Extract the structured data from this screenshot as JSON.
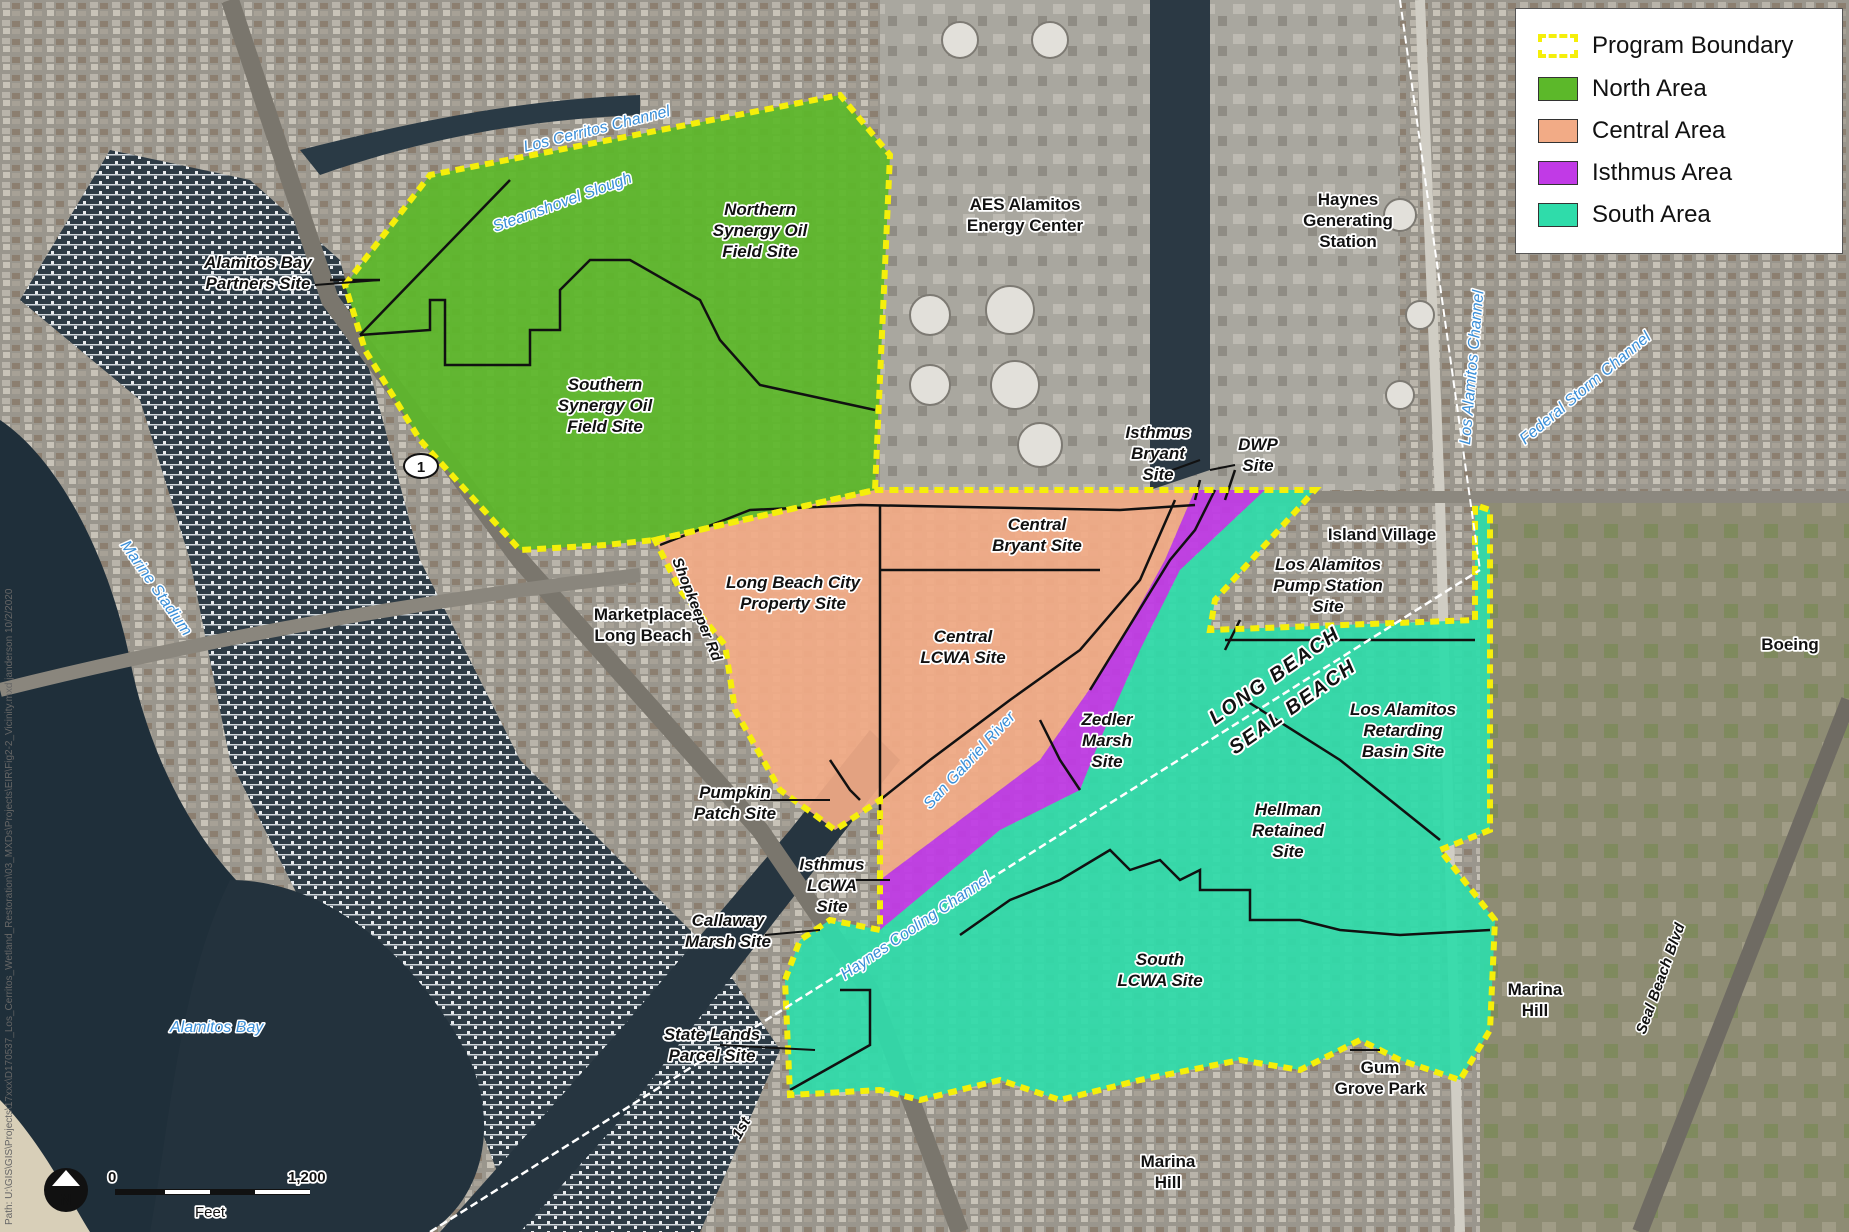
{
  "colors": {
    "boundary": "#f5ef0a",
    "north": "#5cb82a",
    "central": "#f2ab86",
    "isthmus": "#c13ae6",
    "south": "#2fdcaa"
  },
  "legend": {
    "items": [
      {
        "label": "Program Boundary",
        "color": "#f5ef0a"
      },
      {
        "label": "North Area",
        "color": "#5cb82a"
      },
      {
        "label": "Central Area",
        "color": "#f2ab86"
      },
      {
        "label": "Isthmus Area",
        "color": "#c13ae6"
      },
      {
        "label": "South Area",
        "color": "#2fdcaa"
      }
    ]
  },
  "sites": {
    "alamitos_bay_partners": [
      "Alamitos Bay",
      "Partners Site"
    ],
    "northern_synergy": [
      "Northern",
      "Synergy Oil",
      "Field Site"
    ],
    "southern_synergy": [
      "Southern",
      "Synergy Oil",
      "Field Site"
    ],
    "aes": [
      "AES Alamitos",
      "Energy Center"
    ],
    "haynes": [
      "Haynes",
      "Generating",
      "Station"
    ],
    "isthmus_bryant": [
      "Isthmus",
      "Bryant",
      "Site"
    ],
    "dwp": [
      "DWP",
      "Site"
    ],
    "island_village": "Island Village",
    "central_bryant": [
      "Central",
      "Bryant Site"
    ],
    "lbc_property": [
      "Long Beach City",
      "Property Site"
    ],
    "marketplace": [
      "Marketplace",
      "Long Beach"
    ],
    "central_lcwa": [
      "Central",
      "LCWA Site"
    ],
    "pump_station": [
      "Los Alamitos",
      "Pump Station",
      "Site"
    ],
    "boeing": "Boeing",
    "zedler": [
      "Zedler",
      "Marsh",
      "Site"
    ],
    "retarding_basin": [
      "Los Alamitos",
      "Retarding",
      "Basin Site"
    ],
    "pumpkin_patch": [
      "Pumpkin",
      "Patch Site"
    ],
    "hellman": [
      "Hellman",
      "Retained",
      "Site"
    ],
    "isthmus_lcwa": [
      "Isthmus",
      "LCWA",
      "Site"
    ],
    "callaway": [
      "Callaway",
      "Marsh Site"
    ],
    "south_lcwa": [
      "South",
      "LCWA Site"
    ],
    "marina_hill_1": [
      "Marina",
      "Hill"
    ],
    "state_lands": [
      "State Lands",
      "Parcel Site"
    ],
    "gum_grove": [
      "Gum",
      "Grove Park"
    ],
    "marina_hill_2": [
      "Marina",
      "Hill"
    ]
  },
  "water_labels": {
    "los_cerritos": "Los Cerritos Channel",
    "steamshovel": "Steamshovel Slough",
    "marine_stadium": "Marine Stadium",
    "san_gabriel": "San Gabriel River",
    "haynes_cooling": "Haynes Cooling Channel",
    "alamitos_bay": "Alamitos Bay",
    "los_alamitos_channel": "Los Alamitos Channel",
    "federal_storm": "Federal Storm Channel"
  },
  "roads": {
    "shopkeeper": "Shopkeeper Rd",
    "first": "1st",
    "seal_beach_blvd": "Seal Beach Blvd",
    "route_shield": "1"
  },
  "cities": {
    "long_beach": "LONG BEACH",
    "seal_beach": "SEAL BEACH"
  },
  "scale": {
    "min": "0",
    "max": "1,200",
    "unit": "Feet"
  },
  "north_arrow": "N",
  "path_note": "Path: U:\\GIS\\GIS\\Projects\\17xxx\\D170537_Los_Cerritos_Wetland_Restoration\\03_MXDs\\Projects\\EIR\\Fig2-2_Vicinity.mxd  janderson  10/2/2020"
}
